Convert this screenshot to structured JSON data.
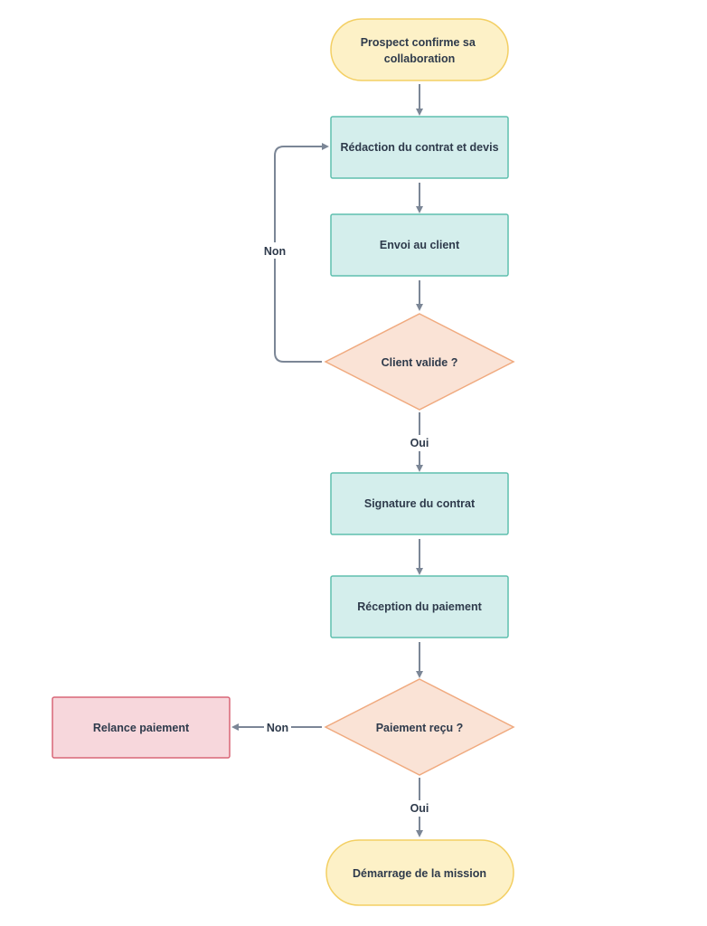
{
  "nodes": {
    "prospect_confirm": {
      "lines": [
        "Prospect confirme sa",
        "collaboration"
      ]
    },
    "redaction": {
      "lines": [
        "Rédaction du contrat et devis"
      ]
    },
    "envoi": {
      "lines": [
        "Envoi au client"
      ]
    },
    "client_valide": {
      "lines": [
        "Client valide ?"
      ]
    },
    "signature": {
      "lines": [
        "Signature du contrat"
      ]
    },
    "reception": {
      "lines": [
        "Réception du paiement"
      ]
    },
    "paiement_recu": {
      "lines": [
        "Paiement reçu ?"
      ]
    },
    "relance": {
      "lines": [
        "Relance paiement"
      ]
    },
    "demarrage": {
      "lines": [
        "Démarrage de la mission"
      ]
    }
  },
  "edge_labels": {
    "client_non": "Non",
    "client_oui": "Oui",
    "paiement_non": "Non",
    "paiement_oui": "Oui"
  },
  "colors": {
    "terminal_fill": "#fdf1c7",
    "terminal_stroke": "#f3cf63",
    "process_fill": "#d4eeec",
    "process_stroke": "#5fbfae",
    "decision_fill": "#fae3d6",
    "decision_stroke": "#f0aa7f",
    "alert_fill": "#f7d7dc",
    "alert_stroke": "#d86677"
  }
}
